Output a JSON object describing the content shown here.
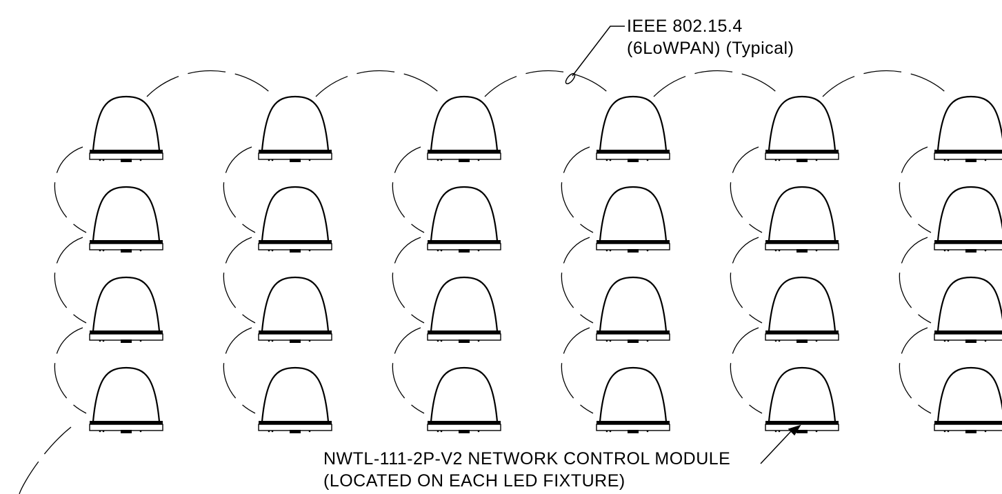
{
  "annotations": {
    "network_protocol": {
      "line1": "IEEE 802.15.4",
      "line2": "(6LoWPAN) (Typical)"
    },
    "control_module": {
      "line1": "NWTL-111-2P-V2 NETWORK CONTROL MODULE",
      "line2": "(LOCATED ON EACH LED FIXTURE)"
    }
  },
  "fixture_grid": {
    "columns": 6,
    "rows": 4
  },
  "colors": {
    "line": "#000000",
    "background": "#ffffff"
  }
}
